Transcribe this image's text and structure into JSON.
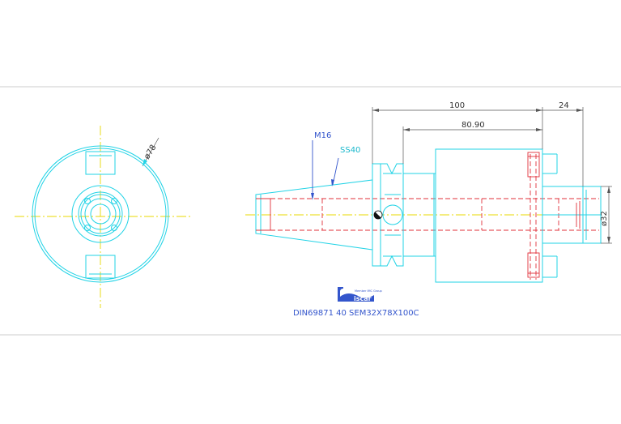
{
  "dimensions": {
    "overall_length": "100",
    "extension": "24",
    "body_length": "80.90",
    "end_view_diameter": "ø78",
    "bore_diameter": "ø32"
  },
  "callouts": {
    "thread": "M16",
    "taper": "SS40"
  },
  "logo": {
    "brand_text": "iscar",
    "tagline": "Member IMC Group"
  },
  "title_block": {
    "designation": "DIN69871  40  SEM32X78X100C"
  },
  "colors": {
    "outline": "#22d3e6",
    "hidden_lines": "#e0303a",
    "centerlines": "#e8d800",
    "dimensions": "#555555",
    "callouts": "#3355cc"
  }
}
